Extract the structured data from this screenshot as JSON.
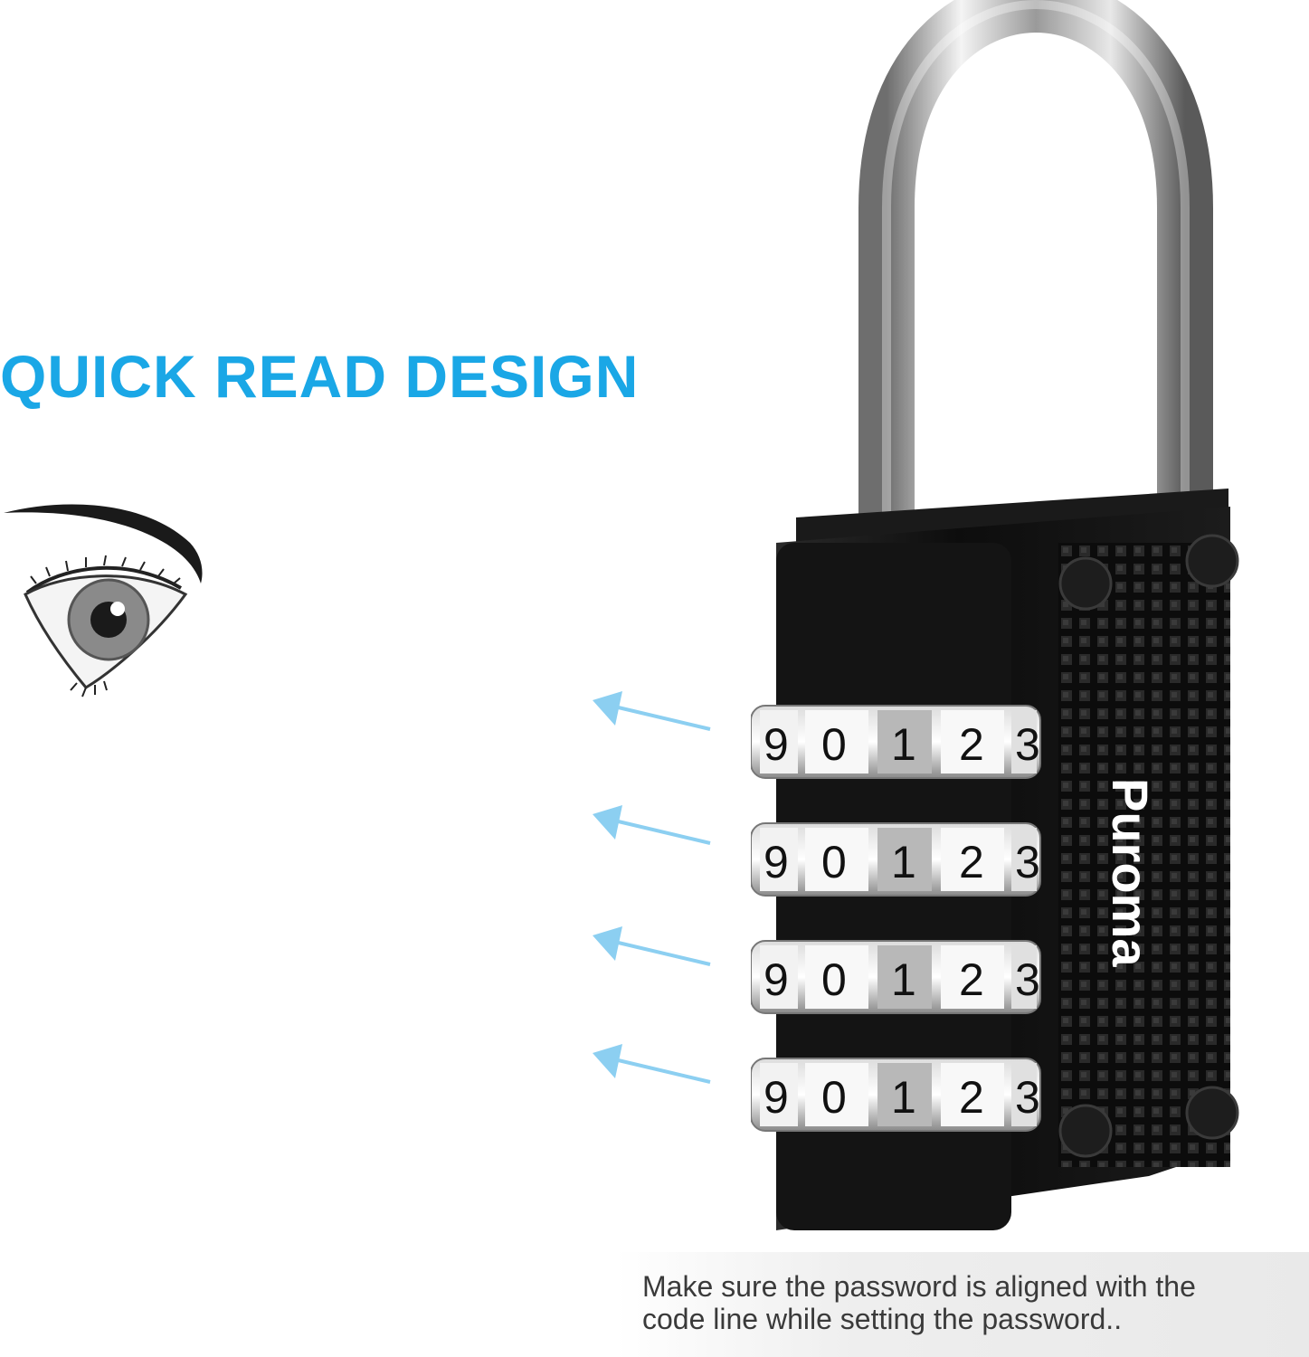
{
  "headline": "QUICK READ DESIGN",
  "brand": "Puroma",
  "dials": [
    {
      "digits": [
        "9",
        "0",
        "1",
        "2",
        "3"
      ]
    },
    {
      "digits": [
        "9",
        "0",
        "1",
        "2",
        "3"
      ]
    },
    {
      "digits": [
        "9",
        "0",
        "1",
        "2",
        "3"
      ]
    },
    {
      "digits": [
        "9",
        "0",
        "1",
        "2",
        "3"
      ]
    }
  ],
  "caption": {
    "line1": "Make sure the password is aligned with the",
    "line2": "code line while setting the password.."
  },
  "icons": {
    "eye": "eye-icon",
    "arrow": "arrow-left-icon",
    "lock": "combination-padlock-icon"
  },
  "colors": {
    "headline": "#1aa7e6",
    "arrow": "#8ccff1",
    "lock_body": "#111111",
    "caption_text": "#3a3a3a"
  }
}
